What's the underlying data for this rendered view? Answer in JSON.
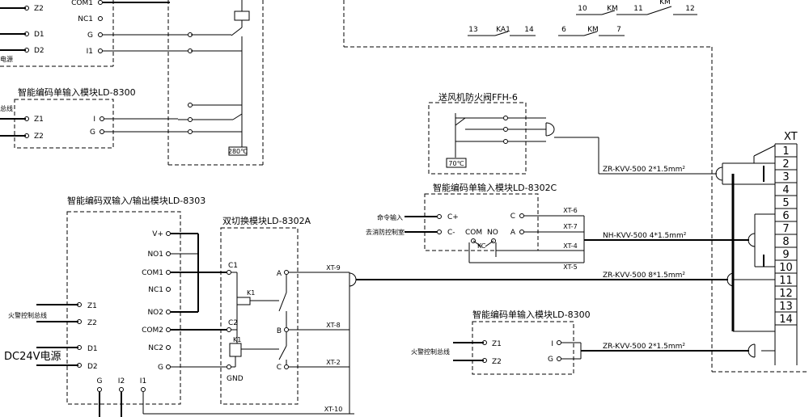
{
  "top_left_block": {
    "left_terms": [
      "Z2",
      "D1",
      "D2"
    ],
    "left_caption": "电源",
    "right_terms": [
      "COM1",
      "NC1",
      "G",
      "I1"
    ]
  },
  "top_relay_symbol": "",
  "module_8300_top": {
    "title": "智能编码单输入模块LD-8300",
    "bus_caption": "总线",
    "left_terms": [
      "Z1",
      "Z2"
    ],
    "right_terms": [
      "I",
      "G"
    ]
  },
  "temp_280": "280℃",
  "top_right": {
    "row1": {
      "n1": "10",
      "k1": "KM",
      "n2": "11",
      "k2": "KM",
      "n3": "12"
    },
    "row2": {
      "n1": "13",
      "k1": "KA1",
      "n2": "14",
      "n3": "6",
      "k2": "KM",
      "n4": "7"
    }
  },
  "ffh": {
    "title": "送风机防火阀FFH-6",
    "temp": "70℃"
  },
  "module_8302c": {
    "title": "智能编码单输入模块LD-8302C",
    "left_terms": [
      "C+",
      "C-"
    ],
    "mid_terms": [
      "COM",
      "NO"
    ],
    "kc": "KC",
    "right_terms": [
      "C",
      "A"
    ],
    "in_label_1": "命令输入",
    "in_label_2": "去消防控制室",
    "xt_labels": [
      "XT-6",
      "XT-7",
      "XT-4",
      "XT-5"
    ]
  },
  "cables": {
    "c1": "ZR-KVV-500 2*1.5mm²",
    "c2": "NH-KVV-500 4*1.5mm²",
    "c3": "ZR-KVV-500 8*1.5mm²",
    "c4": "ZR-KVV-500 2*1.5mm²"
  },
  "module_8303": {
    "title": "智能编码双输入/输出模块LD-8303",
    "right_terms": [
      "V+",
      "NO1",
      "COM1",
      "NC1",
      "NO2",
      "COM2",
      "NC2",
      "G"
    ],
    "left_terms": [
      "Z1",
      "Z2",
      "D1",
      "D2"
    ],
    "bottom_terms": [
      "G",
      "I2",
      "I1"
    ],
    "fire_bus": "火警控制总线",
    "dc_label": "DC24V电源"
  },
  "module_8302a": {
    "title": "双切换模块LD-8302A",
    "left_terms": [
      "C1",
      "C2",
      "GND"
    ],
    "k_labels": [
      "K1",
      "K1"
    ],
    "right_terms": [
      "A",
      "B",
      "C"
    ],
    "xt_labels": [
      "XT-9",
      "XT-8",
      "XT-2",
      "XT-10"
    ]
  },
  "module_8300_bottom": {
    "title": "智能编码单输入模块LD-8300",
    "left_terms": [
      "Z1",
      "Z2"
    ],
    "right_terms": [
      "I",
      "G"
    ],
    "bus_caption": "火警控制总线"
  },
  "terminal_block": {
    "title": "XT",
    "numbers": [
      "1",
      "2",
      "3",
      "4",
      "5",
      "6",
      "7",
      "8",
      "9",
      "10",
      "11",
      "12",
      "13",
      "14"
    ]
  }
}
